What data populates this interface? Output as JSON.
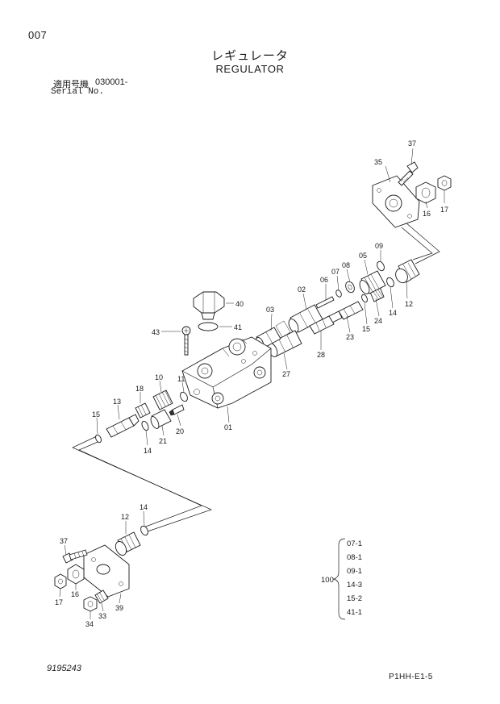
{
  "page_number": "007",
  "title_jp": "レギュレータ",
  "title_en": "REGULATOR",
  "serial": {
    "label_jp": "適用号機",
    "value": "030001-",
    "label_en": "Serial No."
  },
  "callouts": {
    "p37_top": "37",
    "p35": "35",
    "p16_top": "16",
    "p17_top": "17",
    "p09_top": "09",
    "p05": "05",
    "p08": "08",
    "p07": "07",
    "p06": "06",
    "p02": "02",
    "p03": "03",
    "p12_top": "12",
    "p14_top": "14",
    "p24": "24",
    "p15_top": "15",
    "p23": "23",
    "p28": "28",
    "p27": "27",
    "p40": "40",
    "p41": "41",
    "p43": "43",
    "p10": "10",
    "p18": "18",
    "p13": "13",
    "p11": "11",
    "p15_left": "15",
    "p14_left": "14",
    "p21": "21",
    "p20": "20",
    "p01": "01",
    "p12_bottom": "12",
    "p14_bottom": "14",
    "p37_bottom": "37",
    "p17_bottom": "17",
    "p16_bottom": "16",
    "p34": "34",
    "p33": "33",
    "p39": "39"
  },
  "kit": {
    "number": "100",
    "items": [
      "07-1",
      "08-1",
      "09-1",
      "14-3",
      "15-2",
      "41-1"
    ]
  },
  "doc_no": "9195243",
  "sheet_no": "P1HH-E1-5"
}
